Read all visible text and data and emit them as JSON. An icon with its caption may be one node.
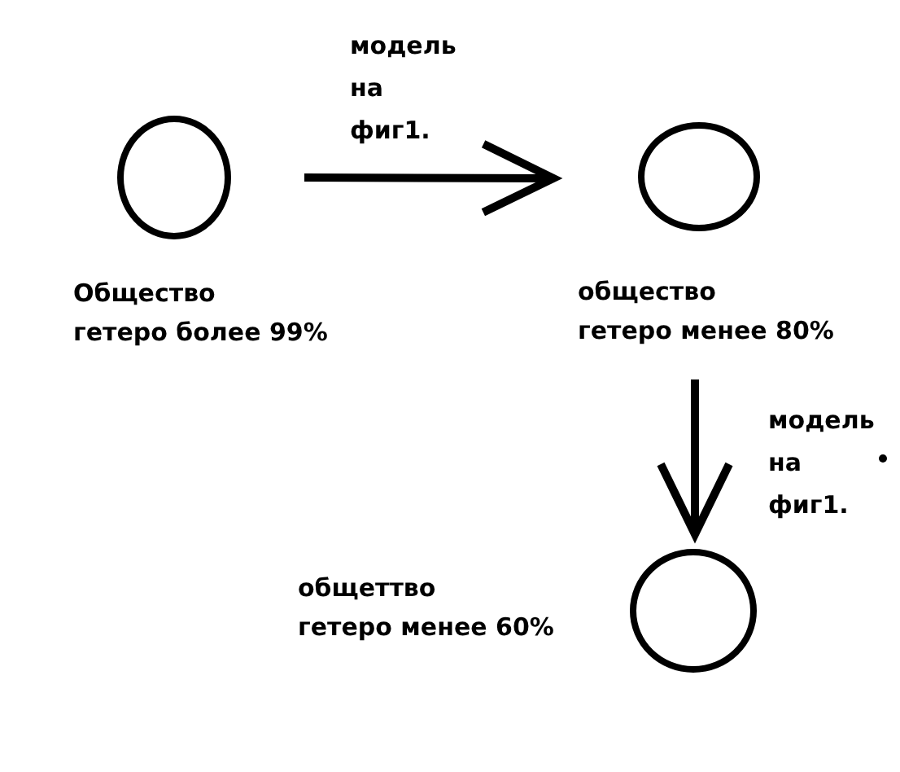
{
  "diagram": {
    "nodes": [
      {
        "text": [],
        "shape": "circle",
        "beside": [
          "Общество",
          "гетеро более 99%"
        ]
      },
      {
        "text": [],
        "shape": "circle",
        "beside": [
          "общество",
          "гетеро менее 80%"
        ]
      },
      {
        "text": [],
        "shape": "circle",
        "beside": [
          "общеттво",
          "гетеро менее 60%"
        ]
      }
    ],
    "edges": [
      {
        "from": 0,
        "to": 1,
        "arrow": "to",
        "label": "модель на фиг1."
      },
      {
        "from": 1,
        "to": 2,
        "arrow": "to",
        "label": "модель на фиг1."
      }
    ]
  }
}
